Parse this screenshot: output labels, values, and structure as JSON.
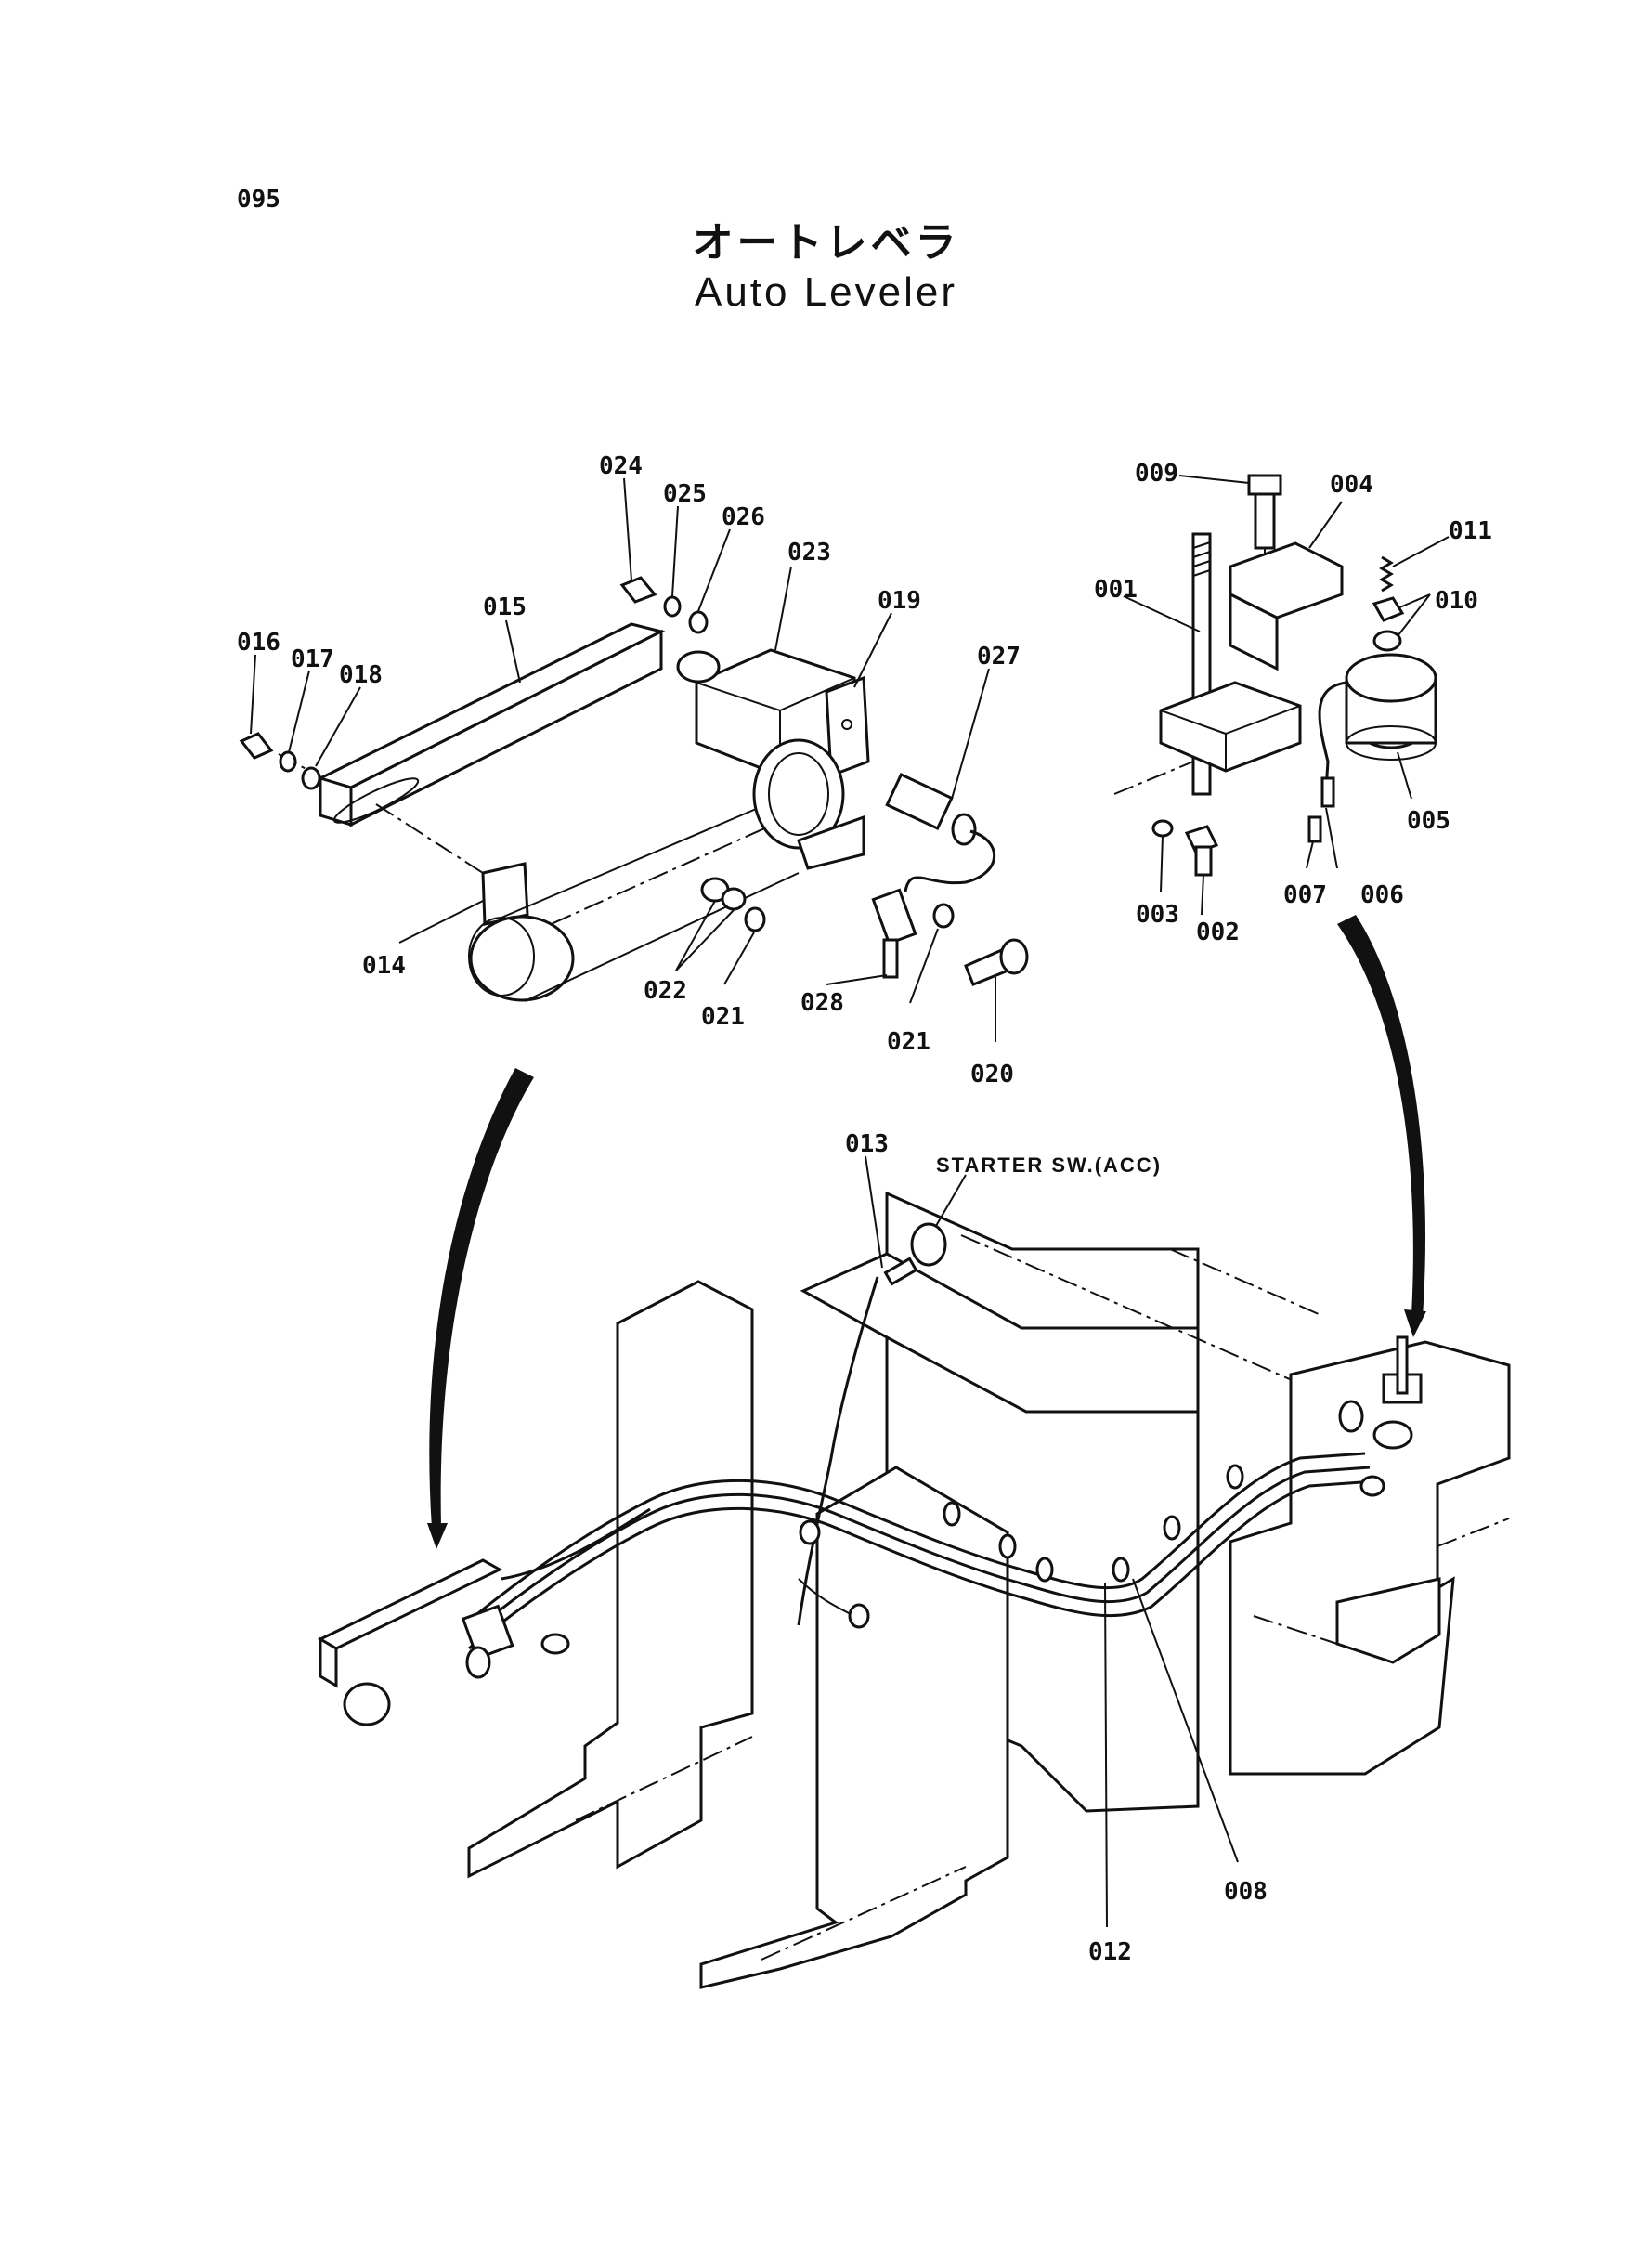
{
  "page_number": "095",
  "title_jp": "オートレベラ",
  "title_en": "Auto Leveler",
  "annotation": "STARTER SW.(ACC)",
  "callouts": {
    "p001": "001",
    "p002": "002",
    "p003": "003",
    "p004": "004",
    "p005": "005",
    "p006": "006",
    "p007": "007",
    "p008": "008",
    "p009": "009",
    "p010": "010",
    "p011": "011",
    "p012": "012",
    "p013": "013",
    "p014": "014",
    "p015": "015",
    "p016": "016",
    "p017": "017",
    "p018": "018",
    "p019": "019",
    "p020": "020",
    "p021a": "021",
    "p021b": "021",
    "p022": "022",
    "p023": "023",
    "p024": "024",
    "p025": "025",
    "p026": "026",
    "p027": "027",
    "p028": "028"
  }
}
